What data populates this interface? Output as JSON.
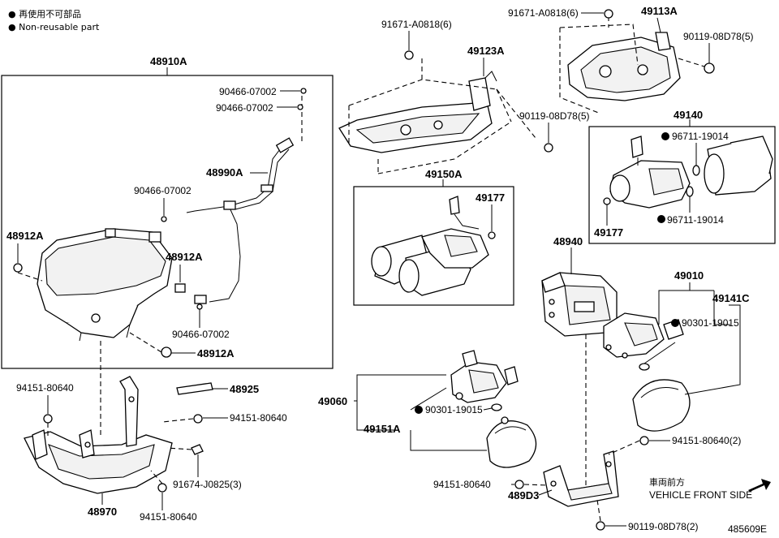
{
  "legend": {
    "line1": "● 再使用不可部品",
    "line2": "● Non-reusable part"
  },
  "direction": {
    "jp": "車両前方",
    "en": "VEHICLE FRONT SIDE"
  },
  "diagram_id": "485609E",
  "labels": {
    "p48910A": "48910A",
    "p90466_1": "90466-07002",
    "p90466_2": "90466-07002",
    "p48990A": "48990A",
    "p90466_3": "90466-07002",
    "p48912A_1": "48912A",
    "p48912A_2": "48912A",
    "p90466_4": "90466-07002",
    "p48912A_3": "48912A",
    "p94151_1": "94151-80640",
    "p48925": "48925",
    "p94151_2": "94151-80640",
    "p91674": "91674-J0825(3)",
    "p48970": "48970",
    "p94151_3": "94151-80640",
    "p91671_1": "91671-A0818(6)",
    "p49123A": "49123A",
    "p91671_2": "91671-A0818(6)",
    "p49113A": "49113A",
    "p90119_1": "90119-08D78(5)",
    "p90119_2": "90119-08D78(5)",
    "p49140": "49140",
    "p96711_1": "96711-19014",
    "p96711_2": "96711-19014",
    "p49177_1": "49177",
    "p49150A": "49150A",
    "p49177_2": "49177",
    "p48940": "48940",
    "p49010": "49010",
    "p49141C": "49141C",
    "p90301_1": "90301-19015",
    "p49060": "49060",
    "p90301_2": "90301-19015",
    "p49151A": "49151A",
    "p94151_4": "94151-80640(2)",
    "p94151_5": "94151-80640",
    "p489D3": "489D3",
    "p90119_3": "90119-08D78(2)"
  }
}
